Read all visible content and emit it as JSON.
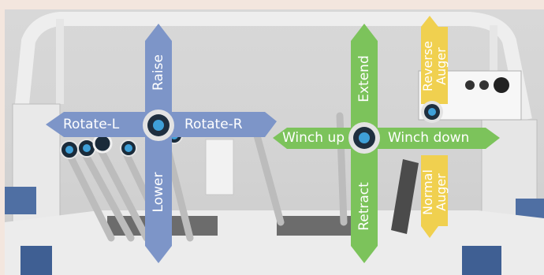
{
  "labels": {
    "raise": "Raise",
    "lower": "Lower",
    "rotate_left": "Rotate-L",
    "rotate_right": "Rotate-R",
    "extend": "Extend",
    "retract": "Retract",
    "winch_up": "Winch up",
    "winch_down": "Winch down",
    "reverse_auger_1": "Reverse",
    "reverse_auger_2": "Auger",
    "normal_auger_1": "Normal",
    "normal_auger_2": "Auger"
  },
  "colors": {
    "blue_arrow": "#7d95c8",
    "green_arrow": "#7cc35b",
    "yellow_arrow": "#f0d04f",
    "background": "#f3e6de"
  },
  "icons": [
    "joystick-knob-icon",
    "control-lever-icon"
  ]
}
